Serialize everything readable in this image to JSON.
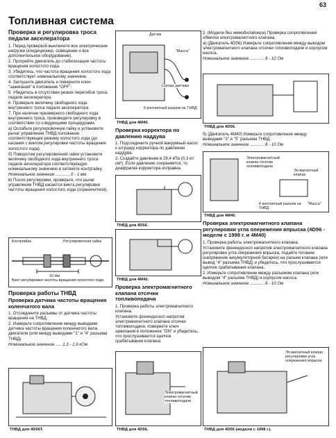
{
  "header": {
    "page_number": "63",
    "title": "Топливная система"
  },
  "col1": {
    "h_cable": "Проверка и регулировка троса педали акселератора",
    "steps": [
      "1. Перед проверкой выключите все электрические нагрузки (кондиционер, освещение и все дополнительное оборудование).",
      "2. Прогрейте двигатель до стабилизации частоты вращения холостого хода.",
      "3. Убедитесь, что частота вращения холостого хода соответствует номинальному значению.",
      "4. Заглушите двигатель и поверните ключ \"зажигания\" в положение \"OFF\".",
      "5. Убедитесь в отсутствии резких перегибов троса педали акселератора.",
      "6. Проверьте величину свободного хода внутреннего троса педали акселератора.",
      "7. При наличии чрезмерного свободного хода внутреннего троса, произведите регулировку в соответствии со следующими процедурами.",
      "а) Ослабьте регулировочную гайку и установите рычаг управления ТНВД положение, соответствующее режиму холостого хода (до касания с винтом регулировки частоты вращения холостого хода).",
      "б) Поворотом регулировочной гайки установите величину свободного хода внутреннего троса педали акселератора соответствующую номинальному значению и затяните контргайку."
    ],
    "nominal": "Номинальное значение ............ 0 - 1 мм",
    "step_after": "в) После регулировки, проверьте, что рычаг управления ТНВД касается винта регулировки частоты вращения холостого хода (ограничителя).",
    "fig": {
      "kontrgaika": "Контргайка",
      "reg_gaika": "Регулировочная гайка",
      "dim": "10 Нм",
      "vint": "Винт регулировки частоты вращения холостого хода"
    },
    "h_tnvd": "Проверка работы ТНВД",
    "h_sensor": "Проверка датчика частоты вращения коленчатого вала",
    "sensor_steps": [
      "1. Отсоедините разъемы от датчика частоты вращения на ТНВД.",
      "2. Измерьте сопротивление между выводами датчика частоты вращения коленчатого вала двигателя (или между выводами \"1\" и \"4\" разъема ТНВД)."
    ],
    "sensor_nominal": "Номинальное значение ..... 1,3 - 1,9 кОм",
    "caption": "ТНВД для 4D56Т."
  },
  "col2": {
    "fig_top": {
      "datchik": "Датчик",
      "massa": "\"Масса\"",
      "signal": "Сигнал датчика",
      "razem": "6-контактный разъем на ТНВД"
    },
    "caption_top": "ТНВД для 4М40.",
    "h_corrector": "Проверка корректора по давлению наддува",
    "corrector_steps": [
      "1. Подсоедините ручной вакуумный насос к штуцеру корректора по давлению наддува.",
      "2. Создайте давление в 29,4 кПа (0,3 кг/см²). Если давление сохраняется, то диафрагма корректора исправна."
    ],
    "caption_mid": "ТНВД для 4D56.",
    "caption_mid2": "ТНВД для 4М40.",
    "h_valve": "Проверка электромагнитного клапана отсечки топливоподачи",
    "valve_steps": [
      "1. Проверка работы электромагнитного клапана.",
      "Установите фонендоскоп напротив электромагнитного клапана отсечки топливоподачи, поверните ключ зажигания в положение \"ON\" и убедитесь, что прослушивается щелчок срабатывания клапана."
    ],
    "valve_label": "Электромагнитный клапан отсечки топливоподачи",
    "caption_bot": "ТНВД для 4D56."
  },
  "col3": {
    "p_noimmo": "2. (Модели без иммобилайзера) Проверка сопротивления обмотки электромагнитного клапана.",
    "p_a": "а) (Двигатель 4D56) Измерьте сопротивление между выводом электромагнитного клапана отсечки топливоподачи и корпусом насоса.",
    "nom_a": "Номинальное значение ............ 8 - 10 Ом",
    "fig1_cap": "ТНВД для 4D56.",
    "p_b": "б) (Двигатель 4М40) Измерьте сопротивление между выводами \"3\" и \"5\" разъема ТНВД.",
    "nom_b": "Номинальное значение ............ 8 - 10 Ом",
    "fig2": {
      "valve": "Электромагнитный клапан отсечки топливоподачи",
      "magnet": "Эл.магнитный клапан",
      "razem": "6-контактный разъем на ТНВД",
      "massa": "\"Масса\""
    },
    "fig2_cap": "ТНВД для 4М40.",
    "h_angle": "Проверка электромагнитного клапана регулировки угла опережения впрыска (4D56 - модели с 1998 г. и 4М40)",
    "angle_steps": [
      "1. Проверка работы электромагнитного клапана.",
      "Установите фонендоскоп напротив электромагнитного клапана регулировки угла опережения впрыска, подайте питание (напряжение аккумуляторной батареи) на разъем клапана (или вывод \"4\" разъема ТНВД) и убедитесь, что прослушивается щелчок срабатывания клапана.",
      "2. Измерьте сопротивление между разъемом клапана (или выводом \"4\" разъема ТНВД) и корпусом насоса."
    ],
    "angle_nom": "Номинальное значение ............ 8 - 10 Ом",
    "fig3_label": "Эл.магнитный клапан регулировки угла опережения впрыска",
    "fig3_cap": "ТНВД для 4D56 (модели с 1998 г.)."
  }
}
